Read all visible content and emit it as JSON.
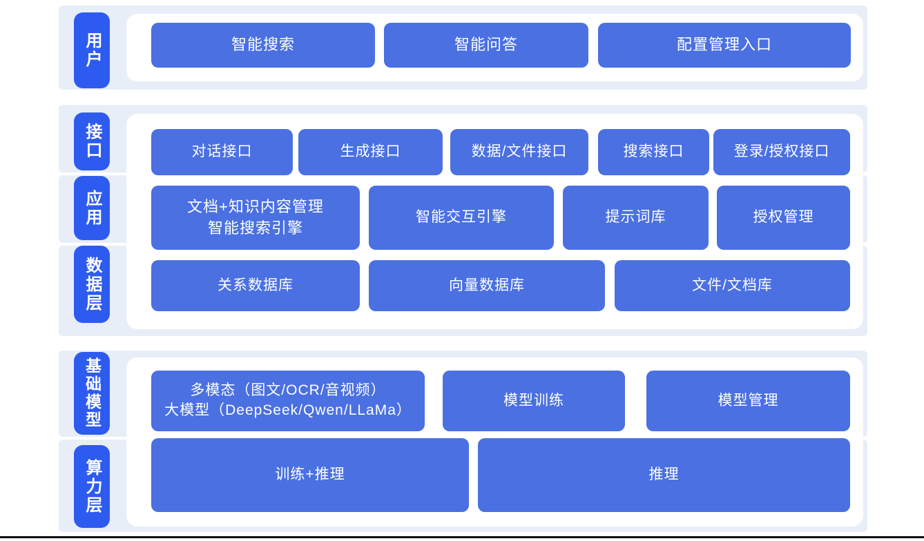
{
  "colors": {
    "band_bg": "#e8eef8",
    "container_bg": "#ffffff",
    "node_blue": "#4a70e2",
    "layer_label_blue": "#2e5bef",
    "text_white": "#ffffff",
    "footer_line": "#0b0b0b"
  },
  "layers": {
    "user": {
      "label": "用户"
    },
    "interface": {
      "label": "接口"
    },
    "application": {
      "label": "应用"
    },
    "data": {
      "label": "数据层"
    },
    "foundation_model": {
      "label": "基础模型"
    },
    "compute": {
      "label": "算力层"
    }
  },
  "user_row": {
    "nodes": [
      {
        "label": "智能搜索"
      },
      {
        "label": "智能问答"
      },
      {
        "label": "配置管理入口"
      }
    ]
  },
  "interface_row": {
    "nodes": [
      {
        "label": "对话接口"
      },
      {
        "label": "生成接口"
      },
      {
        "label": "数据/文件接口"
      },
      {
        "label": "搜索接口"
      },
      {
        "label": "登录/授权接口"
      }
    ]
  },
  "application_row": {
    "nodes": [
      {
        "line1": "文档+知识内容管理",
        "line2": "智能搜索引擎"
      },
      {
        "label": "智能交互引擎"
      },
      {
        "label": "提示词库"
      },
      {
        "label": "授权管理"
      }
    ]
  },
  "data_row": {
    "nodes": [
      {
        "label": "关系数据库"
      },
      {
        "label": "向量数据库"
      },
      {
        "label": "文件/文档库"
      }
    ]
  },
  "model_row": {
    "nodes": [
      {
        "line1": "多模态（图文/OCR/音视频）",
        "line2": "大模型（DeepSeek/Qwen/LLaMa）"
      },
      {
        "label": "模型训练"
      },
      {
        "label": "模型管理"
      }
    ]
  },
  "compute_row": {
    "nodes": [
      {
        "label": "训练+推理"
      },
      {
        "label": "推理"
      }
    ]
  }
}
